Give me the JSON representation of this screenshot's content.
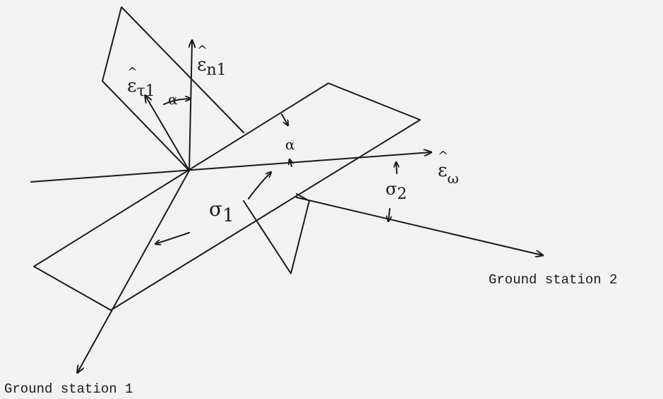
{
  "labels": {
    "e_n1": {
      "base": "ε",
      "sub": "n1"
    },
    "e_tau1": {
      "base": "ε",
      "sub": "τ1"
    },
    "e_omega": {
      "base": "ε",
      "sub": "ω"
    },
    "alpha_top": "α",
    "alpha_mid": "α",
    "sigma1": {
      "base": "σ",
      "sub": "1"
    },
    "sigma2": {
      "base": "σ",
      "sub": "2"
    },
    "ground_station_1": "Ground station 1",
    "ground_station_2": "Ground station 2"
  },
  "colors": {
    "ink": "#1a1a1a",
    "paper": "#f2f2f2"
  }
}
